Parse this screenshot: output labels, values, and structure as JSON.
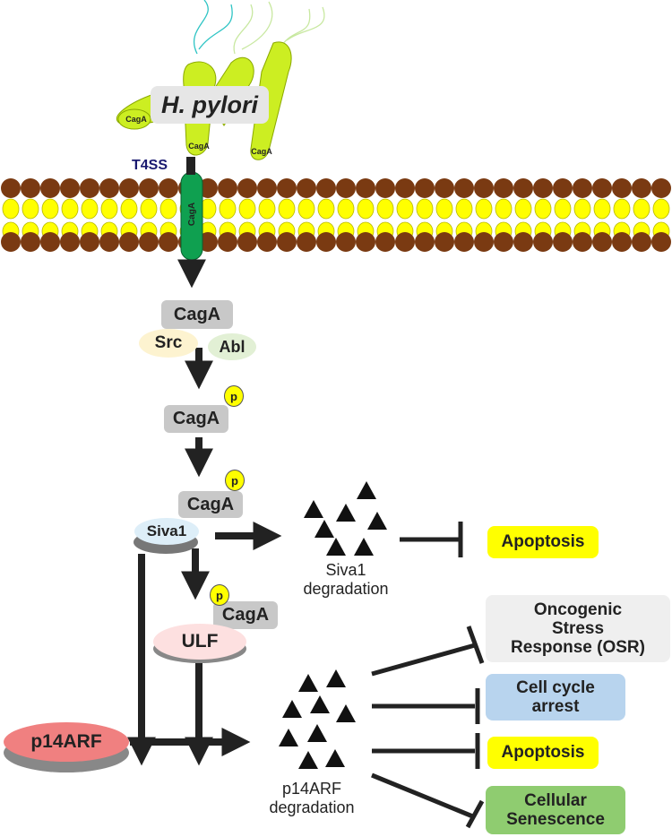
{
  "bacterium": {
    "label": "H. pylori",
    "cagA_small": "CagA"
  },
  "membrane": {
    "channel_label": "T4SS",
    "channel_protein": "CagA"
  },
  "nodes": {
    "cagA_1": "CagA",
    "src": "Src",
    "abl": "Abl",
    "cagA_2": "CagA",
    "cagA_3": "CagA",
    "siva1": "Siva1",
    "cagA_4": "CagA",
    "ulf": "ULF",
    "p14arf": "p14ARF",
    "phospho": "p"
  },
  "degradation": {
    "siva1": "Siva1\ndegradation",
    "p14arf": "p14ARF\ndegradation"
  },
  "outcomes": {
    "apoptosis_top": "Apoptosis",
    "osr": "Oncogenic\nStress\nResponse (OSR)",
    "cell_cycle": "Cell cycle\narrest",
    "apoptosis_bottom": "Apoptosis",
    "senescence": "Cellular\nSenescence"
  },
  "colors": {
    "lipid_head": "#7a3a12",
    "lipid_tail": "#ffff00",
    "channel": "#0fa050",
    "bacterium": "#ccee22",
    "node_grey": "#c8c8c8",
    "src": "#fdf3d0",
    "abl": "#e2f0d5",
    "siva1": "#ddeef8",
    "ulf": "#fde0e0",
    "p14arf": "#f08080",
    "apoptosis": "#ffff00",
    "osr": "#efefef",
    "cell_cycle": "#b8d4ee",
    "senescence": "#8fcc70"
  }
}
